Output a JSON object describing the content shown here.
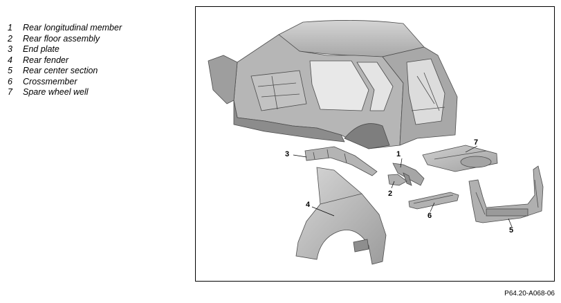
{
  "legend": {
    "items": [
      {
        "number": "1",
        "label": "Rear longitudinal member"
      },
      {
        "number": "2",
        "label": "Rear floor assembly"
      },
      {
        "number": "3",
        "label": "End plate"
      },
      {
        "number": "4",
        "label": "Rear fender"
      },
      {
        "number": "5",
        "label": "Rear center section"
      },
      {
        "number": "6",
        "label": "Crossmember"
      },
      {
        "number": "7",
        "label": "Spare wheel well"
      }
    ]
  },
  "figure": {
    "callouts": [
      "1",
      "2",
      "3",
      "4",
      "5",
      "6",
      "7"
    ],
    "figure_id": "P64.20-A068-06",
    "colors": {
      "panel": "#b9b9b9",
      "panel_dark": "#8a8a8a",
      "panel_light": "#d6d6d6",
      "line": "#4a4a4a"
    }
  }
}
